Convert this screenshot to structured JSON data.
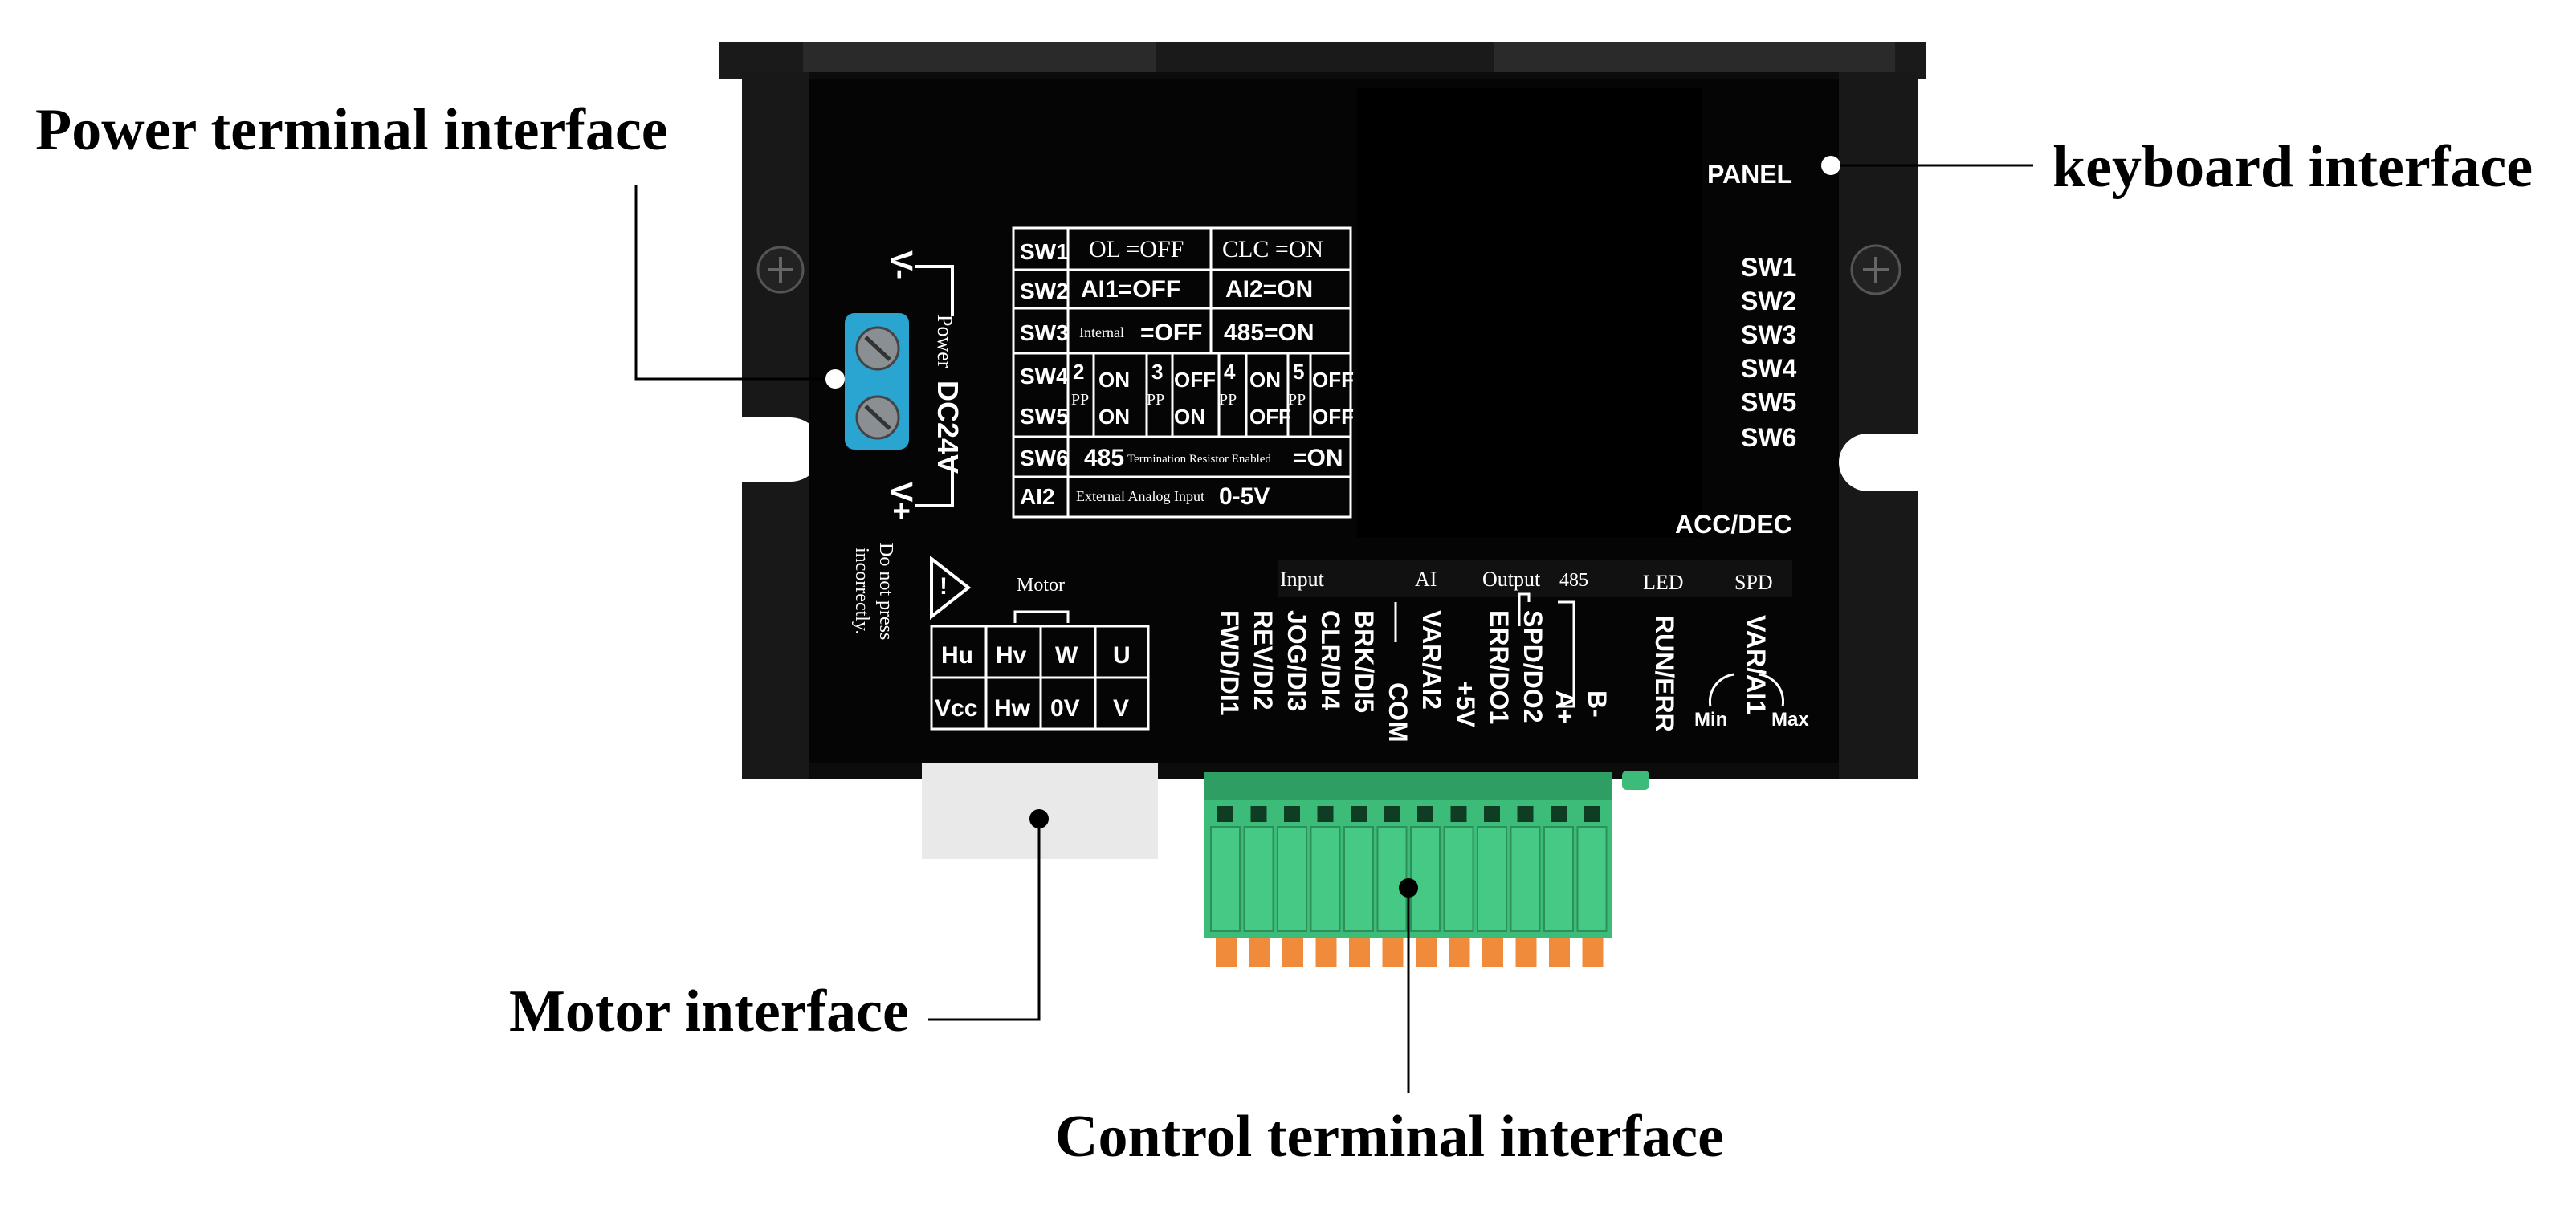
{
  "callouts": {
    "power": "Power terminal interface",
    "keyboard": "keyboard interface",
    "motor": "Motor interface",
    "control": "Control terminal interface"
  },
  "device": {
    "panel_label": "PANEL",
    "switch_labels": [
      "SW1",
      "SW2",
      "SW3",
      "SW4",
      "SW5",
      "SW6"
    ],
    "acc_dec_label": "ACC/DEC",
    "power_label": "Power",
    "power_voltage": "DC24V",
    "v_minus": "V-",
    "v_plus": "V+",
    "warning_line1": "Do not press",
    "warning_line2": "incorrectly.",
    "motor_title": "Motor",
    "motor_pins": [
      "Hu",
      "Hv",
      "W",
      "U",
      "Vcc",
      "Hw",
      "0V",
      "V"
    ],
    "section_headers": [
      "Input",
      "AI",
      "Output",
      "485",
      "LED",
      "SPD"
    ],
    "terminal_labels": [
      "FWD/DI1",
      "REV/DI2",
      "JOG/DI3",
      "CLR/DI4",
      "BRK/DI5",
      "COM",
      "VAR/AI2",
      "+5V",
      "ERR/DO1",
      "SPD/DO2",
      "A+",
      "B-",
      "RUN/ERR",
      "VAR/AI1"
    ],
    "spd_min": "Min",
    "spd_max": "Max"
  },
  "switch_table": {
    "rows": [
      {
        "id": "SW1",
        "a": "OL =OFF",
        "b": "CLC =ON"
      },
      {
        "id": "SW2",
        "a": "AI1=OFF",
        "b": "AI2=ON"
      },
      {
        "id": "SW3",
        "a_small": "Internal",
        "a": "=OFF",
        "b": "485=ON"
      },
      {
        "id": "SW4",
        "cells": [
          "2",
          "ON",
          "3",
          "OFF",
          "4",
          "ON",
          "5",
          "OFF"
        ]
      },
      {
        "id": "SW5",
        "cells": [
          "PP",
          "ON",
          "PP",
          "ON",
          "PP",
          "OFF",
          "PP",
          "OFF"
        ]
      },
      {
        "id": "SW6",
        "a": "485",
        "small": "Termination Resistor Enabled",
        "b": "=ON"
      },
      {
        "id": "AI2",
        "small": "External Analog Input",
        "b": "0-5V"
      }
    ]
  },
  "colors": {
    "device_body": "#0c0c0c",
    "terminal_green": "#3dbb78",
    "terminal_orange": "#f08b3c",
    "power_block_blue": "#2aa4d0",
    "motor_connector": "#e9e9e9"
  }
}
